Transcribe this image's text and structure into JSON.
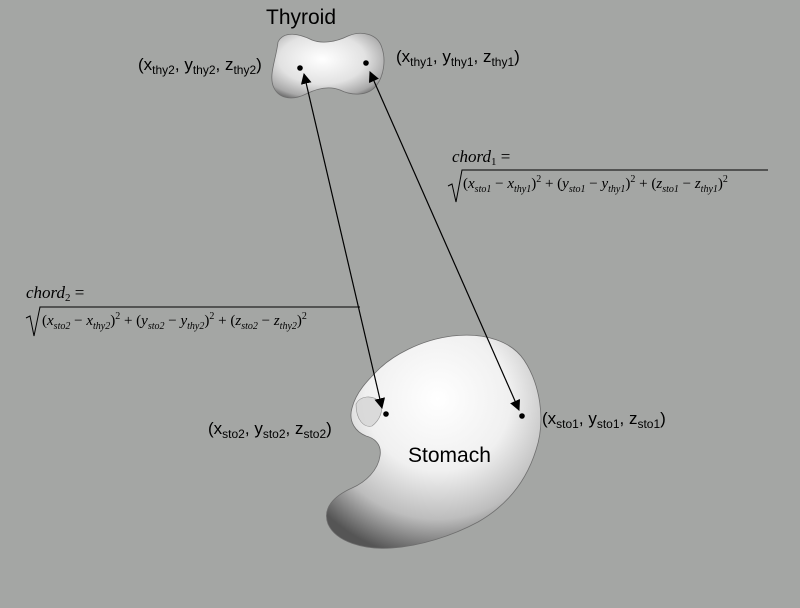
{
  "organs": {
    "thyroid": "Thyroid",
    "stomach": "Stomach"
  },
  "points": {
    "thy2": {
      "x": "x",
      "y": "y",
      "z": "z",
      "sub": "thy2"
    },
    "thy1": {
      "x": "x",
      "y": "y",
      "z": "z",
      "sub": "thy1"
    },
    "sto2": {
      "x": "x",
      "y": "y",
      "z": "z",
      "sub": "sto2"
    },
    "sto1": {
      "x": "x",
      "y": "y",
      "z": "z",
      "sub": "sto1"
    }
  },
  "chords": {
    "chord1": {
      "name": "chord",
      "index": "1",
      "eq_sign": "=",
      "formula": {
        "sto": "sto1",
        "thy": "thy1"
      }
    },
    "chord2": {
      "name": "chord",
      "index": "2",
      "eq_sign": "=",
      "formula": {
        "sto": "sto2",
        "thy": "thy2"
      }
    }
  },
  "colors": {
    "background": "#a4a6a4",
    "organ_light": "#ffffff",
    "organ_shadow": "#4a4a4a",
    "line": "#000000"
  }
}
